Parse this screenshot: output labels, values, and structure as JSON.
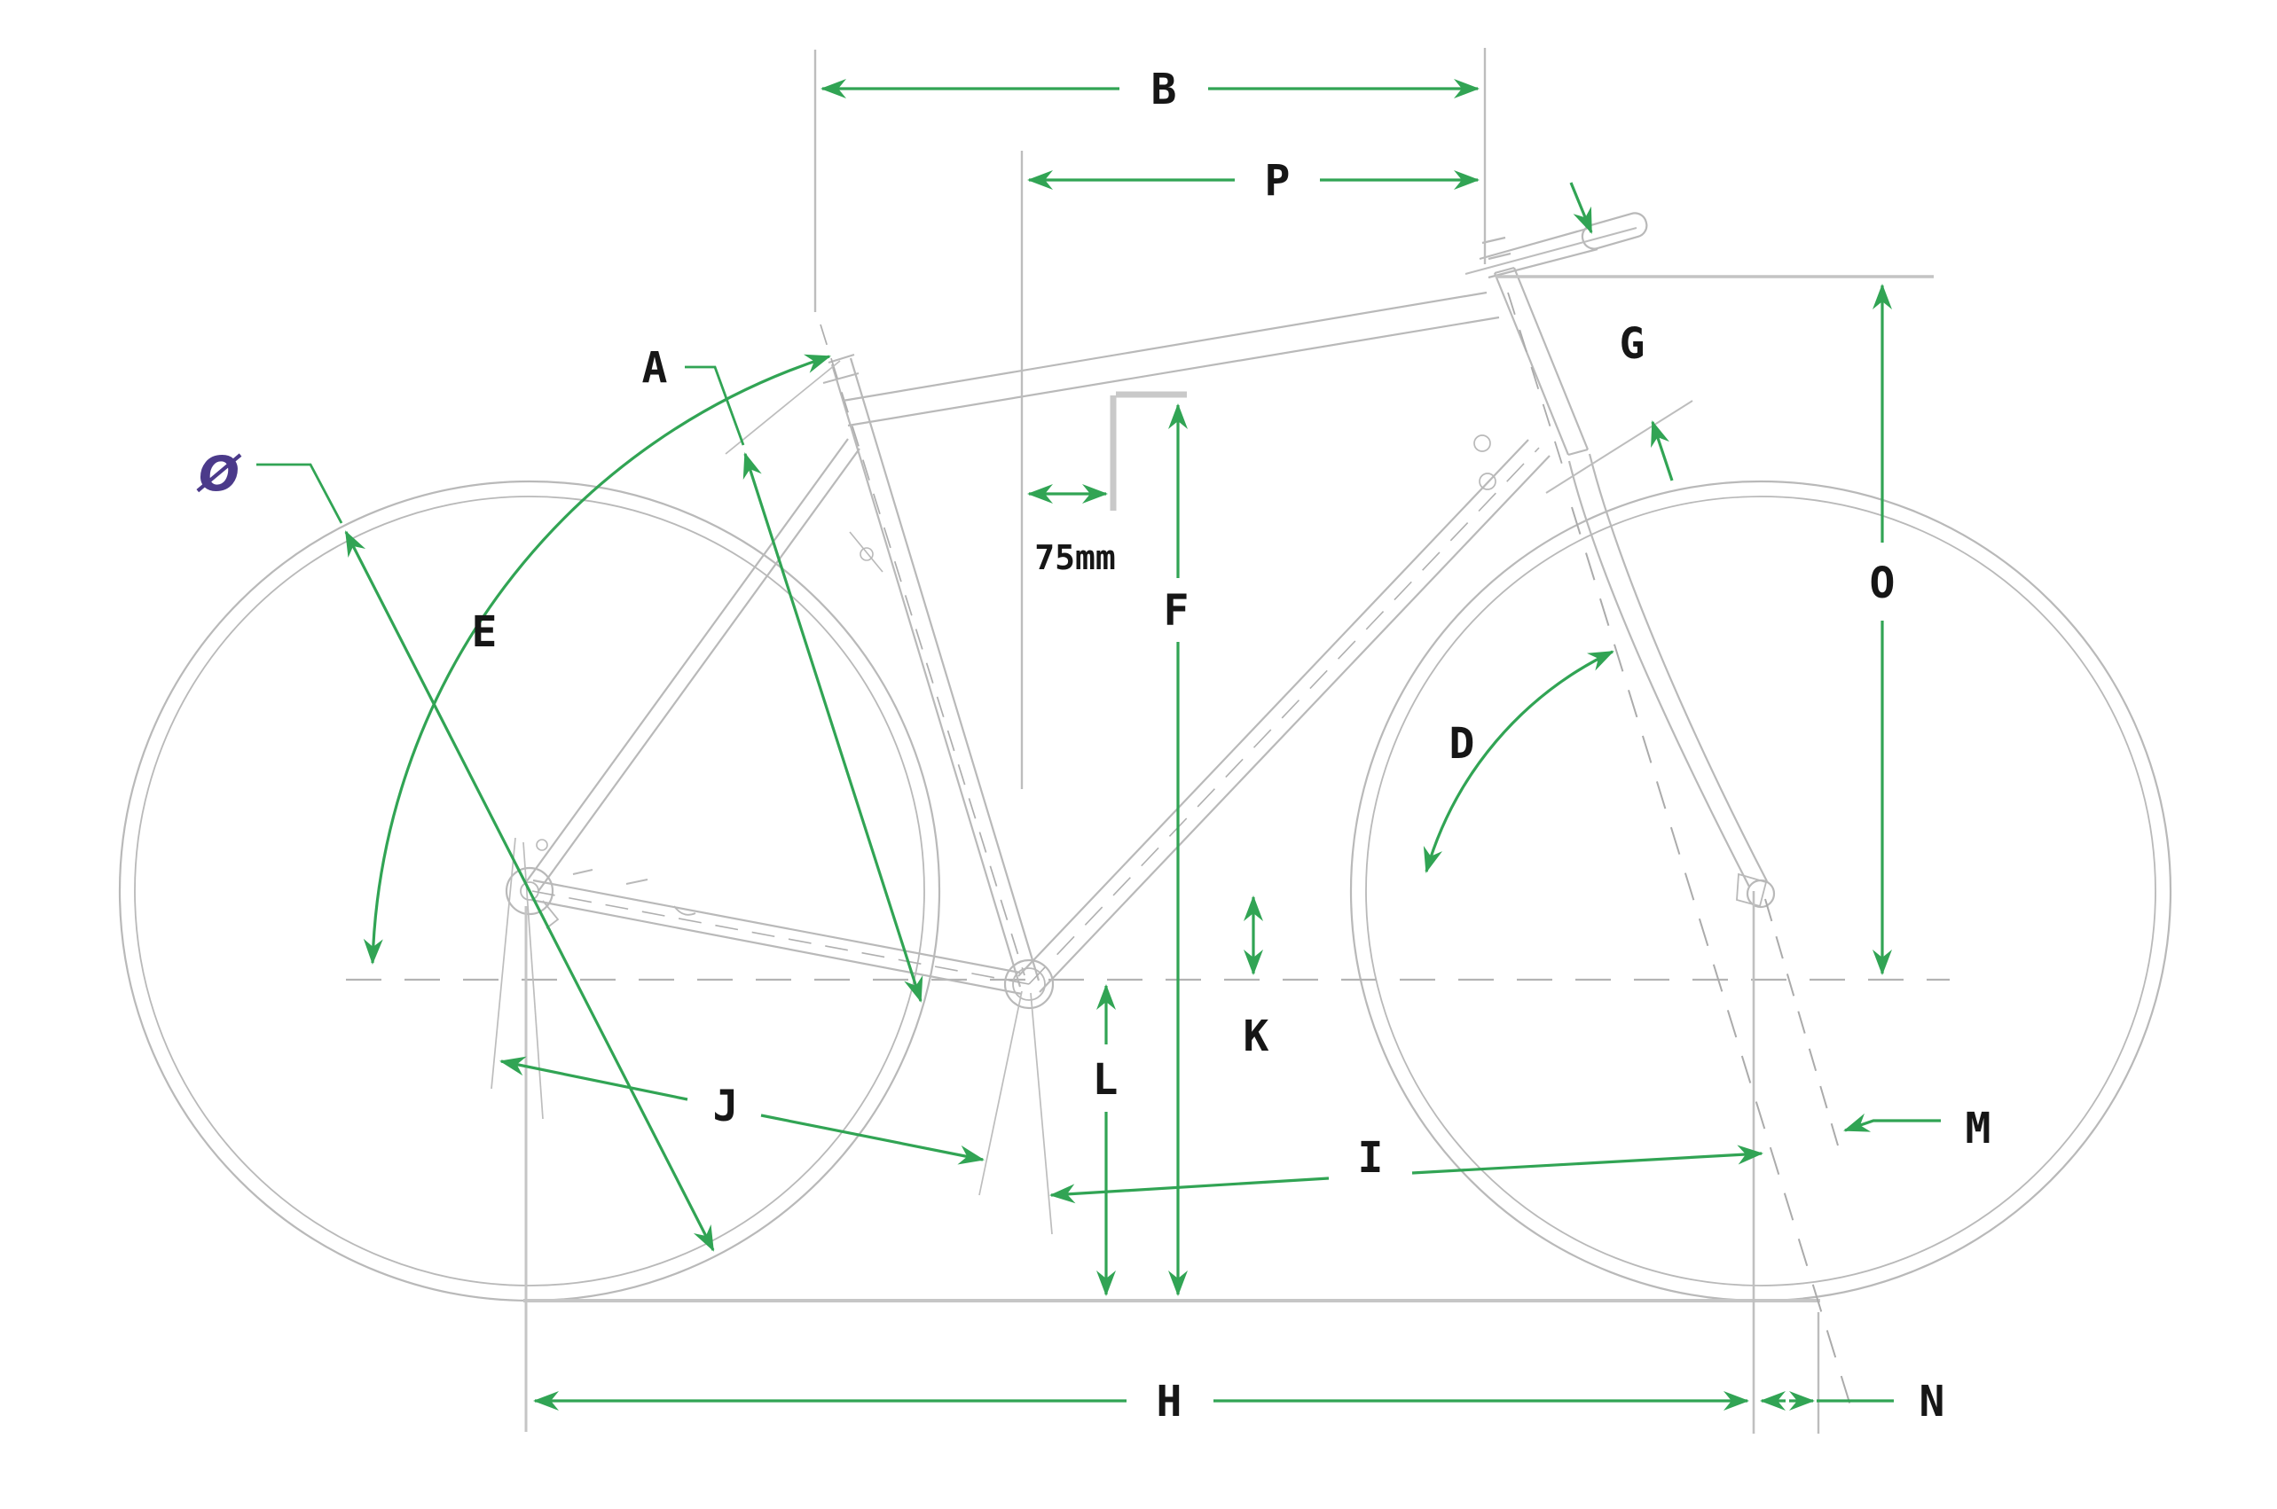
{
  "diagram": {
    "type": "bicycle-frame-geometry-diagram",
    "accent_color": "#31a454",
    "diameter_symbol_color": "#4b3a8a",
    "frame_line_color": "#b9b9b9",
    "label_color": "#161616",
    "labels": [
      {
        "id": "B",
        "text": "B"
      },
      {
        "id": "P",
        "text": "P"
      },
      {
        "id": "A",
        "text": "A"
      },
      {
        "id": "diameter",
        "text": "Ø"
      },
      {
        "id": "E",
        "text": "E"
      },
      {
        "id": "offset75",
        "text": "75mm"
      },
      {
        "id": "F",
        "text": "F"
      },
      {
        "id": "G",
        "text": "G"
      },
      {
        "id": "O",
        "text": "O"
      },
      {
        "id": "D",
        "text": "D"
      },
      {
        "id": "K",
        "text": "K"
      },
      {
        "id": "L",
        "text": "L"
      },
      {
        "id": "J",
        "text": "J"
      },
      {
        "id": "I",
        "text": "I"
      },
      {
        "id": "M",
        "text": "M"
      },
      {
        "id": "H",
        "text": "H"
      },
      {
        "id": "N",
        "text": "N"
      }
    ]
  }
}
